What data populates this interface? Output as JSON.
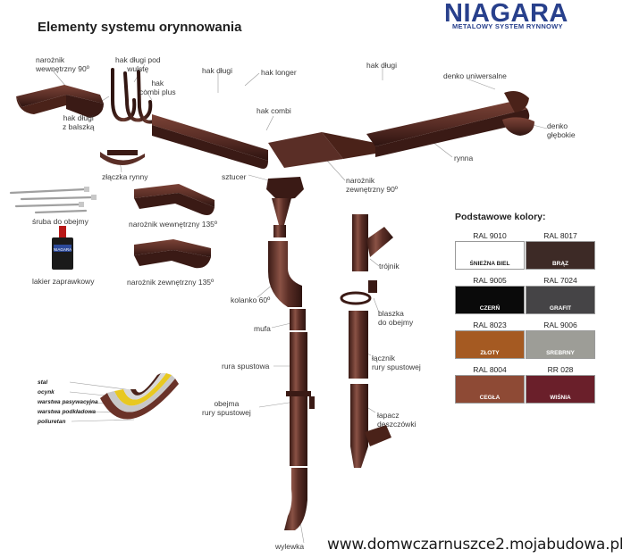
{
  "header": {
    "title": "Elementy systemu orynnowania",
    "brand": "NIAGARA",
    "tagline": "METALOWY SYSTEM RYNNOWY"
  },
  "parts": {
    "naroznik_wew_90": "narożnik\nwewnętrzny 90º",
    "hak_dlugi_z_balszka": "hak długi\nz balszką",
    "hak_dlugi_pod_wulste": "hak długi pod\nwulstę",
    "hak_combi_plus": "hak\ncombi plus",
    "hak_dlugi_1": "hak długi",
    "hak_longer": "hak longer",
    "hak_combi": "hak combi",
    "hak_dlugi_2": "hak długi",
    "denko_uniwersalne": "denko uniwersalne",
    "denko_glebokie": "denko\ngłębokie",
    "rynna": "rynna",
    "zlaczka_rynny": "złączka rynny",
    "sztucer": "sztucer",
    "naroznik_zew_90": "narożnik\nzewnętrzny 90º",
    "sruba_do_obejmy": "śruba do obejmy",
    "naroznik_wew_135": "narożnik wewnętrzny 135º",
    "lakier_zaprawkowy": "lakier zaprawkowy",
    "naroznik_zew_135": "narożnik zewnętrzny 135º",
    "trojnik": "trójnik",
    "kolanko_60": "kolanko 60º",
    "blaszka_do_obejmy": "blaszka\ndo obejmy",
    "mufa": "mufa",
    "lacznik_rury": "łącznik\nrury spustowej",
    "rura_spustowa": "rura spustowa",
    "obejma": "obejma\nrury spustowej",
    "lapacz": "łapacz\ndeszczówki",
    "wylewka": "wylewka",
    "lacquer_bottle_brand": "NIAGARA"
  },
  "layers": [
    "stal",
    "ocynk",
    "warstwa pasywacyjna",
    "warstwa podkładowa",
    "poliuretan"
  ],
  "colors": {
    "title": "Podstawowe kolory:",
    "swatches": [
      {
        "code": "RAL 9010",
        "name": "ŚNIEŻNA BIEL",
        "hex": "#ffffff",
        "text": "#222222"
      },
      {
        "code": "RAL 8017",
        "name": "BRĄZ",
        "hex": "#3d2a26",
        "text": "#ffffff"
      },
      {
        "code": "RAL 9005",
        "name": "CZERŃ",
        "hex": "#0a0a0a",
        "text": "#ffffff"
      },
      {
        "code": "RAL 7024",
        "name": "GRAFIT",
        "hex": "#454446",
        "text": "#ffffff"
      },
      {
        "code": "RAL 8023",
        "name": "ZŁOTY",
        "hex": "#a55a22",
        "text": "#ffffff"
      },
      {
        "code": "RAL 9006",
        "name": "SREBRNY",
        "hex": "#9d9d97",
        "text": "#ffffff"
      },
      {
        "code": "RAL 8004",
        "name": "CEGŁA",
        "hex": "#8e4a35",
        "text": "#ffffff"
      },
      {
        "code": "RR 028",
        "name": "WIŚNIA",
        "hex": "#6a1f2a",
        "text": "#ffffff"
      }
    ]
  },
  "footer": {
    "watermark": "www.domwczarnuszce2.mojabudowa.pl"
  },
  "palette": {
    "gutter_brown": "#5a2e26",
    "gutter_dark": "#3a1a15",
    "gutter_light": "#8a5245",
    "brand_blue": "#28408c"
  }
}
